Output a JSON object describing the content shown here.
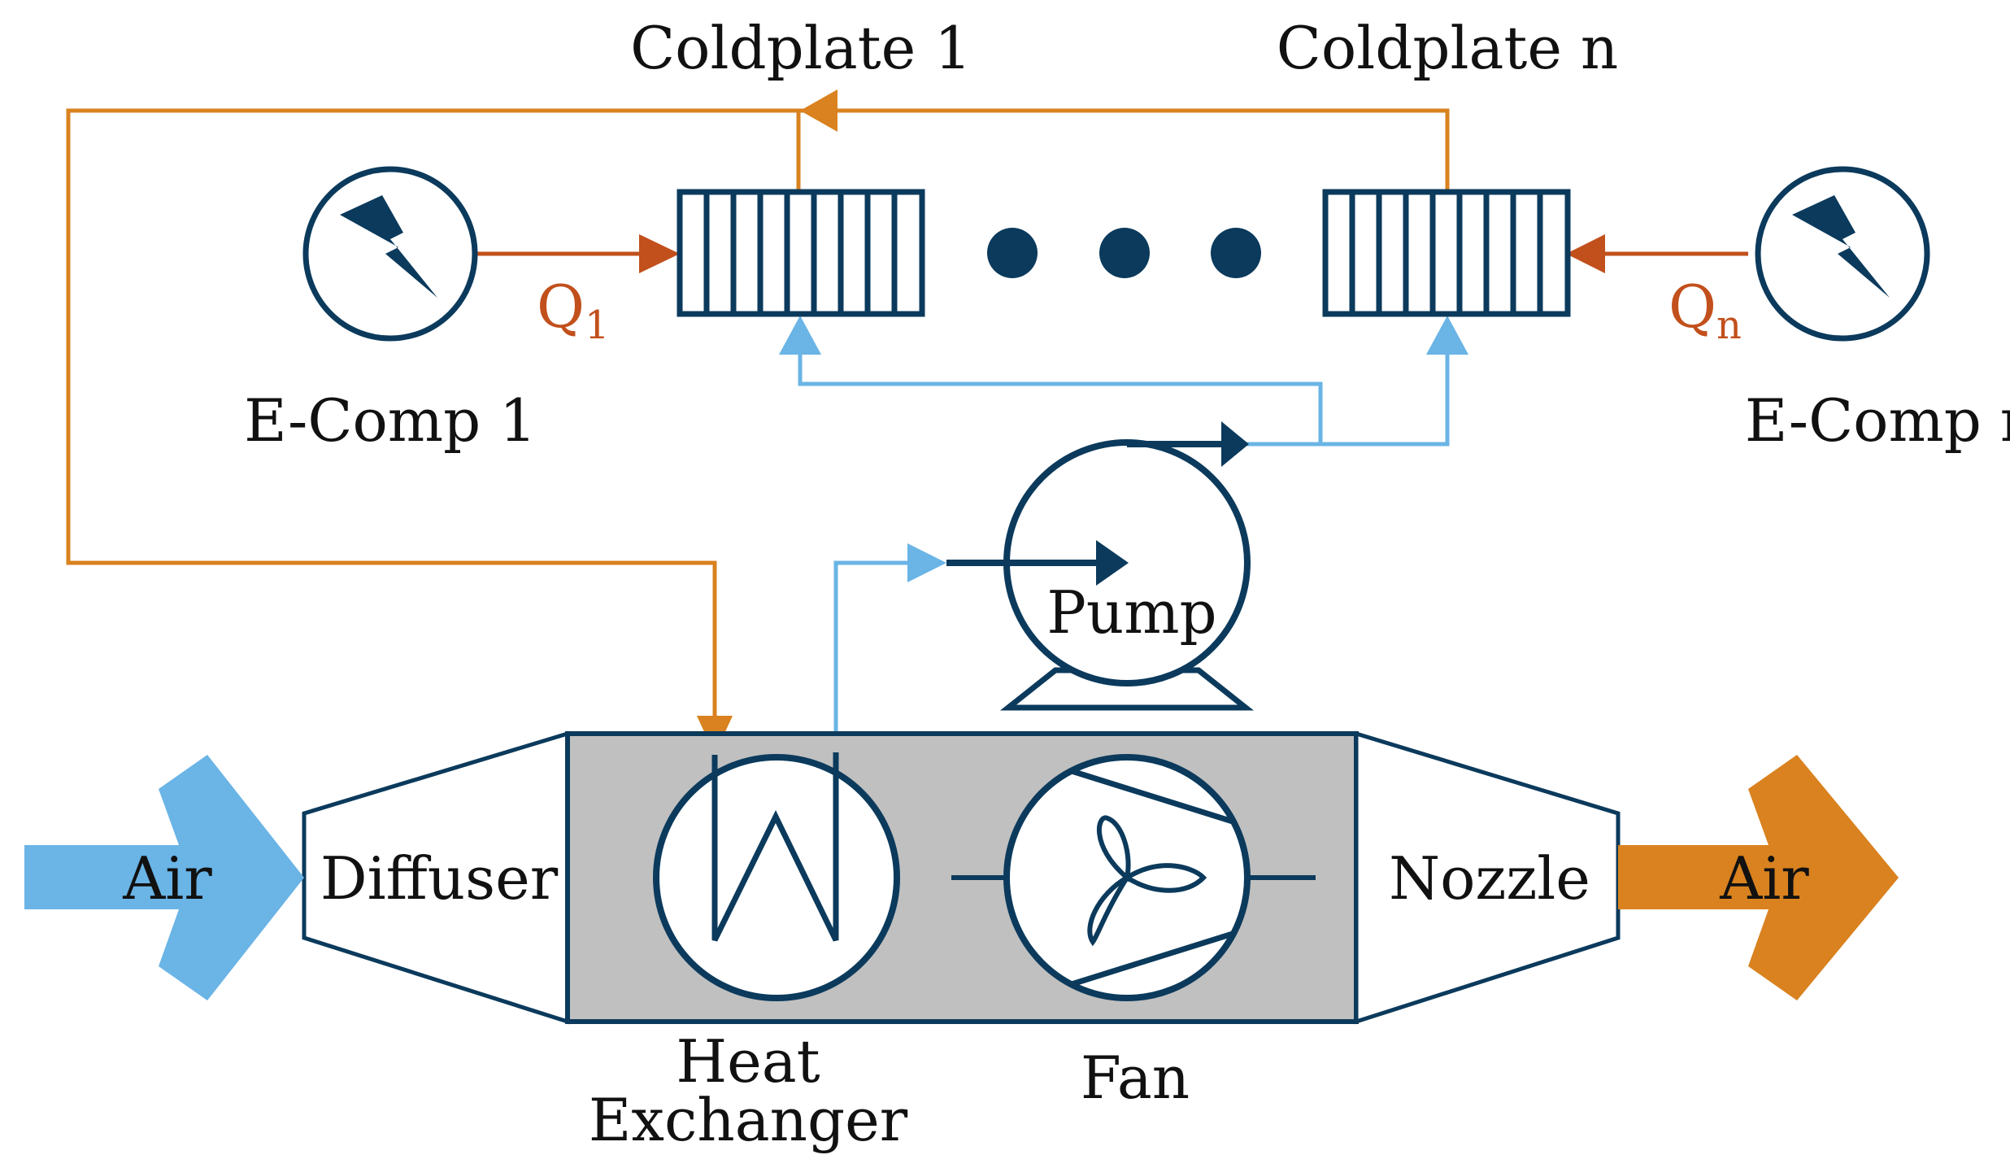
{
  "colors": {
    "navy": "#0b3a5c",
    "hot_loop": "#d9821f",
    "heat_flow": "#c2501c",
    "cold_loop": "#6ab4e6",
    "duct_fill": "#c0c0c0"
  },
  "labels": {
    "coldplate_1": "Coldplate 1",
    "coldplate_n": "Coldplate n",
    "ecomp_1": "E-Comp 1",
    "ecomp_n": "E-Comp n",
    "q1_main": "Q",
    "q1_sub": "1",
    "qn_main": "Q",
    "qn_sub": "n",
    "pump": "Pump",
    "diffuser": "Diffuser",
    "nozzle": "Nozzle",
    "heat_exchanger_line1": "Heat",
    "heat_exchanger_line2": "Exchanger",
    "fan": "Fan",
    "air_in": "Air",
    "air_out": "Air"
  },
  "icons": {
    "ecomp": "lightning-bolt-icon",
    "pump": "pump-icon",
    "fan": "fan-icon",
    "heat_exchanger": "heat-exchanger-icon"
  }
}
